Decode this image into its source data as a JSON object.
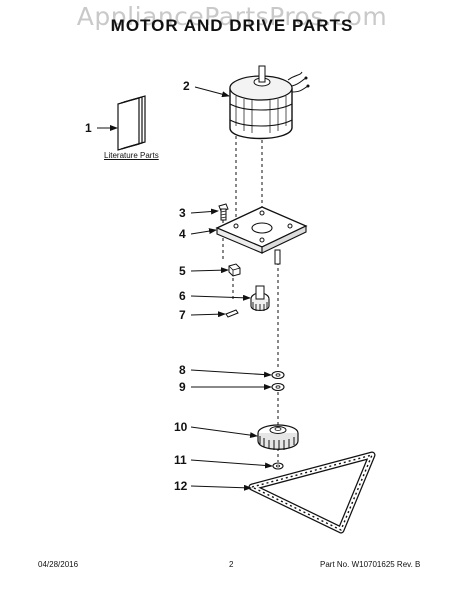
{
  "watermark": "AppliancePartsPros.com",
  "title": "MOTOR AND DRIVE PARTS",
  "literature_label": "Literature Parts",
  "callouts": [
    "1",
    "2",
    "3",
    "4",
    "5",
    "6",
    "7",
    "8",
    "9",
    "10",
    "11",
    "12"
  ],
  "footer": {
    "date": "04/28/2016",
    "page": "2",
    "part_number": "Part No. W10701625  Rev. B"
  }
}
